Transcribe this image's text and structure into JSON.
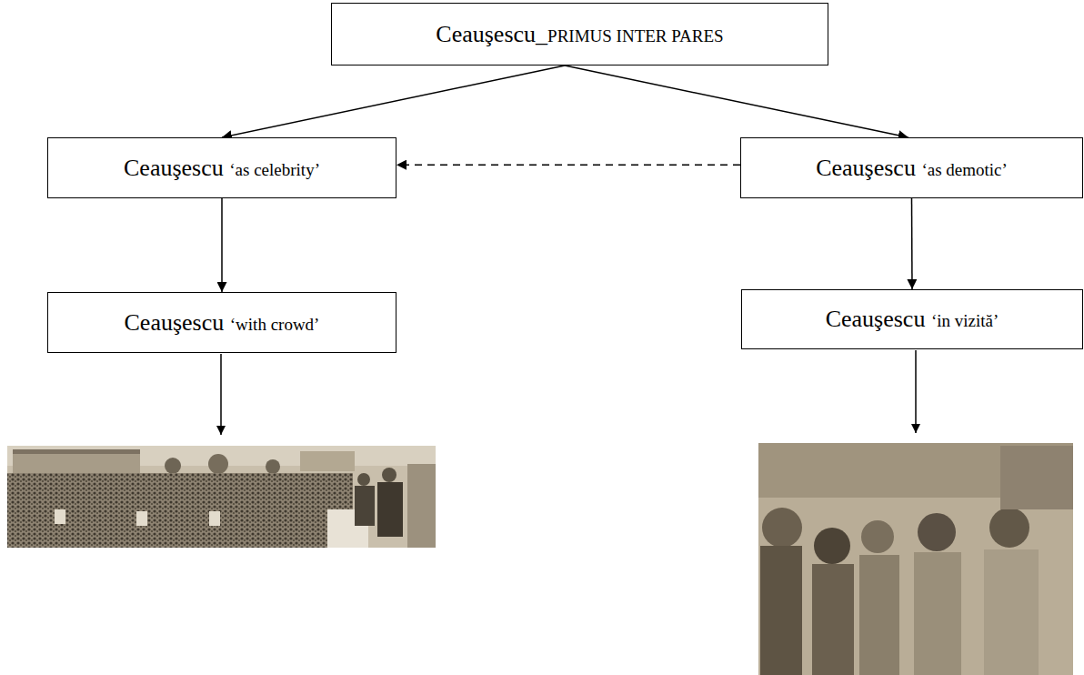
{
  "diagram": {
    "nodes": [
      {
        "text": [
          "Ceauşescu_PRIMUS INTER PARES"
        ]
      },
      {
        "text": [
          "Ceauşescu ‘as celebrity’"
        ]
      },
      {
        "text": [
          "Ceauşescu ‘as demotic’"
        ]
      },
      {
        "text": [
          "Ceauşescu ‘with crowd’"
        ]
      },
      {
        "text": [
          "Ceauşescu ‘in vizită’"
        ]
      }
    ],
    "edges": [
      {
        "from": 0,
        "to": 1,
        "arrow": "to"
      },
      {
        "from": 0,
        "to": 2,
        "arrow": "to"
      },
      {
        "from": 2,
        "to": 1,
        "arrow": "to"
      },
      {
        "from": 1,
        "to": 3,
        "arrow": "to"
      },
      {
        "from": 2,
        "to": 4,
        "arrow": "to"
      }
    ]
  }
}
